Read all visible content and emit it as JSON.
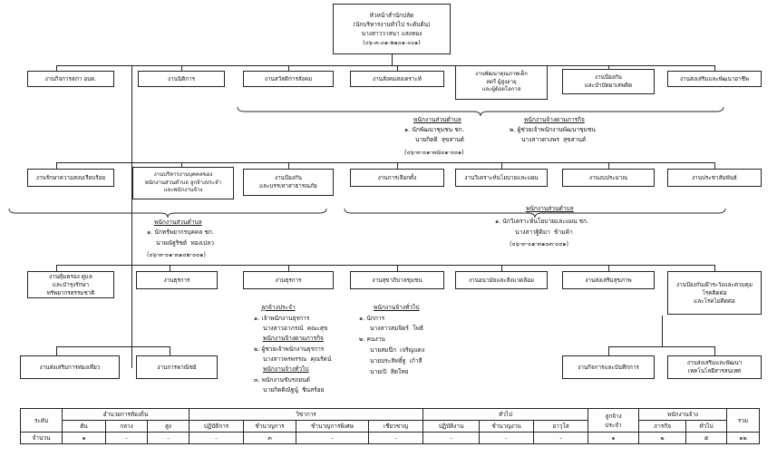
{
  "head": "หัวหน้าสำนักปลัด\n(นักบริหารงานทั่วไป ระดับต้น)\nนางสาววาสนา  แสงทอง\n(๐๖-๓-๐๑-๒๑๐๑-๐๐๑)",
  "row1": [
    "งานกิจการสภา อบต.",
    "งานนิติการ",
    "งานสวัสดิการสังคม",
    "งานสังคมสงเคราะห์",
    "งานพัฒนาคุณภาพเด็ก\nสตรี ผู้สูงอายุ\nและผู้ด้อยโอกาส",
    "งานป้องกัน\nและบำบัดยาเสพติด",
    "งานส่งเสริมและพัฒนาอาชีพ"
  ],
  "staff1": {
    "left_title": "พนักงานส่วนตำบล",
    "left_lines": [
      "๑. นักพัฒนาชุมชน ชก.",
      "นายกิตติ  สุขสานต์",
      "(๐๖-๓-๐๑-๓๘๐๑-๐๐๑)"
    ],
    "right_title": "พนักงานจ้างตามภารกิจ",
    "right_lines": [
      "๒. ผู้ช่วยเจ้าพนักงานพัฒนาชุมชน",
      "นางสาวดวงพร  สุขสานต์"
    ]
  },
  "row2": [
    "งานรักษาความสงบเรียบร้อย",
    "งานบริหารงานบุคคลของ\nพนักงานส่วนตำบล ลูกจ้างประจำ\nและพนักงานจ้าง",
    "งานป้องกัน\nและบรรเทาสาธารณภัย",
    "งานการเลือกตั้ง",
    "งานวิเคราะห์นโยบายและแผน",
    "งานงบประมาณ",
    "งานประชาสัมพันธ์"
  ],
  "staff2a": {
    "title": "พนักงานส่วนตำบล",
    "lines": [
      "๑. นักทรัพยากรบุคคล ชก.",
      "นายณัฐริชต์  ทองเปลว",
      "(๐๖-๓-๐๑-๓๑๐๒-๐๐๑)"
    ]
  },
  "staff2b": {
    "title": "พนักงานส่วนตำบล",
    "lines": [
      "๑. นักวิเคราะห์นโยบายและแผน ชก.",
      "นางสาวฐิติมา  ข้ามค้า",
      "(๐๖-๓-๐๑-๓๑๐๓-๐๐๑)"
    ]
  },
  "row3": [
    "งานคุ้มครอง ดูแล\nและบำรุงรักษา\nทรัพยากรธรรมชาติ",
    "งานธุรการ",
    "งานธุรการ",
    "งานสุขาภิบาลชุมชน",
    "งานอนามัยและสิ่งแวดล้อม",
    "งานส่งเสริมสุขภาพ",
    "งานป้องกันเฝ้าระวังและควบคุม\nโรคติดต่อ\nและโรคไม่ติดต่อ"
  ],
  "row4_left": [
    "งานส่งเสริมการท่องเที่ยว",
    "งานการพาณิชย์"
  ],
  "row4_right": [
    "งานกิจการและบันทึกการ",
    "งานส่งเสริมและพัฒนา\nเทคโนโลยีสารสนเทศ"
  ],
  "staff3a": {
    "t1": "ลูกจ้างประจำ",
    "l1": [
      "๑. เจ้าพนักงานธุรการ",
      "นางสาวอาภรณ์  คณะสุข"
    ],
    "t2": "พนักงานจ้างตามภารกิจ",
    "l2": [
      "๒. ผู้ช่วยเจ้าพนักงานธุรการ",
      "นางสาวพรพรรณ  คุณรัตน์"
    ],
    "t3": "พนักงานจ้างทั่วไป",
    "l3": [
      "๓. พนักงานขับรถยนต์",
      "นายกิตติณัฐนู์  ชินสร้อย"
    ]
  },
  "staff3b": {
    "title": "พนักงานจ้างทั่วไป",
    "lines": [
      "๑. นักการ",
      "นางสาวสมจิตร์  โพธิ",
      "๒. คนงาน",
      "นายสมนึก  เจริญแดง",
      "นายประสิทธิ์ฐ  เก้าสี",
      "นายเปิ  สิดใหย"
    ]
  },
  "summary": {
    "group_headers": [
      "อำนวยการท้องถิ่น",
      "วิชาการ",
      "ทั่วไป",
      "ลูกจ้าง\nประจำ",
      "พนักงานจ้าง",
      "รวม"
    ],
    "level_label": "ระดับ",
    "count_label": "จำนวน",
    "sub_headers": [
      "ต้น",
      "กลาง",
      "สูง",
      "ปฏิบัติการ",
      "ชำนาญการ",
      "ชำนาญการพิเศษ",
      "เชี่ยวชาญ",
      "ปฏิบัติงาน",
      "ชำนาญงาน",
      "อาวุโส",
      "ภารกิจ",
      "ทั่วไป"
    ],
    "values": [
      "๑",
      "-",
      "-",
      "-",
      "๓",
      "-",
      "-",
      "-",
      "-",
      "-",
      "๑",
      "๒",
      "๕",
      "๑๒"
    ]
  }
}
